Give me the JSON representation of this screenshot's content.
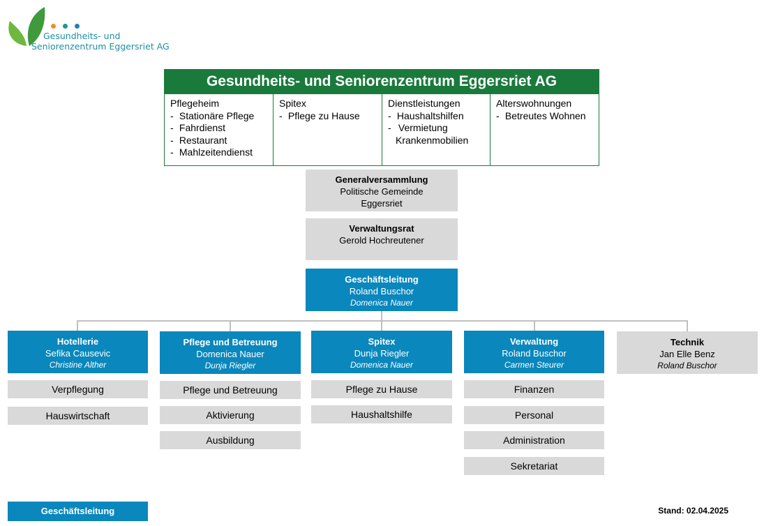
{
  "logo": {
    "line1": "Gesundheits- und",
    "line2": "Seniorenzentrum Eggersriet AG",
    "dot_colors": [
      "#e8912a",
      "#1a9c8a",
      "#1f7fbf"
    ],
    "leaf_colors": [
      "#6fb83f",
      "#3f9a3b"
    ]
  },
  "org": {
    "title": "Gesundheits- und Seniorenzentrum Eggersriet AG",
    "services": [
      {
        "heading": "Pflegeheim",
        "items": [
          "Stationäre Pflege",
          "Fahrdienst",
          "Restaurant",
          "Mahlzeitendienst"
        ]
      },
      {
        "heading": "Spitex",
        "items": [
          "Pflege zu Hause"
        ]
      },
      {
        "heading": "Dienstleistungen",
        "items": [
          "Haushaltshilfen",
          "Vermietung Krankenmobilien"
        ]
      },
      {
        "heading": "Alterswohnungen",
        "items": [
          "Betreutes Wohnen"
        ]
      }
    ]
  },
  "generalversammlung": {
    "title": "Generalversammlung",
    "line1": "Politische Gemeinde",
    "line2": "Eggersriet"
  },
  "verwaltungsrat": {
    "title": "Verwaltungsrat",
    "name": "Gerold Hochreutener"
  },
  "geschaeftsleitung": {
    "title": "Geschäftsleitung",
    "name": "Roland Buschor",
    "deputy": "Domenica Nauer"
  },
  "departments": [
    {
      "title": "Hotellerie",
      "name": "Sefika Causevic",
      "deputy": "Christine Alther",
      "units": [
        "Verpflegung",
        "Hauswirtschaft"
      ]
    },
    {
      "title": "Pflege und Betreuung",
      "name": "Domenica Nauer",
      "deputy": "Dunja Riegler",
      "units": [
        "Pflege und Betreuung",
        "Aktivierung",
        "Ausbildung"
      ]
    },
    {
      "title": "Spitex",
      "name": "Dunja Riegler",
      "deputy": "Domenica Nauer",
      "units": [
        "Pflege zu Hause",
        "Haushaltshilfe"
      ]
    },
    {
      "title": "Verwaltung",
      "name": "Roland Buschor",
      "deputy": "Carmen Steurer",
      "units": [
        "Finanzen",
        "Personal",
        "Administration",
        "Sekretariat"
      ]
    },
    {
      "title": "Technik",
      "name": "Jan Elle Benz",
      "deputy": "Roland Buschor",
      "units": []
    }
  ],
  "legend": {
    "label": "Geschäftsleitung",
    "color": "#0a87bc"
  },
  "stand": "Stand: 02.04.2025",
  "colors": {
    "green": "#1a7a3c",
    "blue": "#0a87bc",
    "gray": "#d9d9d9",
    "connector": "#bfbfbf"
  }
}
